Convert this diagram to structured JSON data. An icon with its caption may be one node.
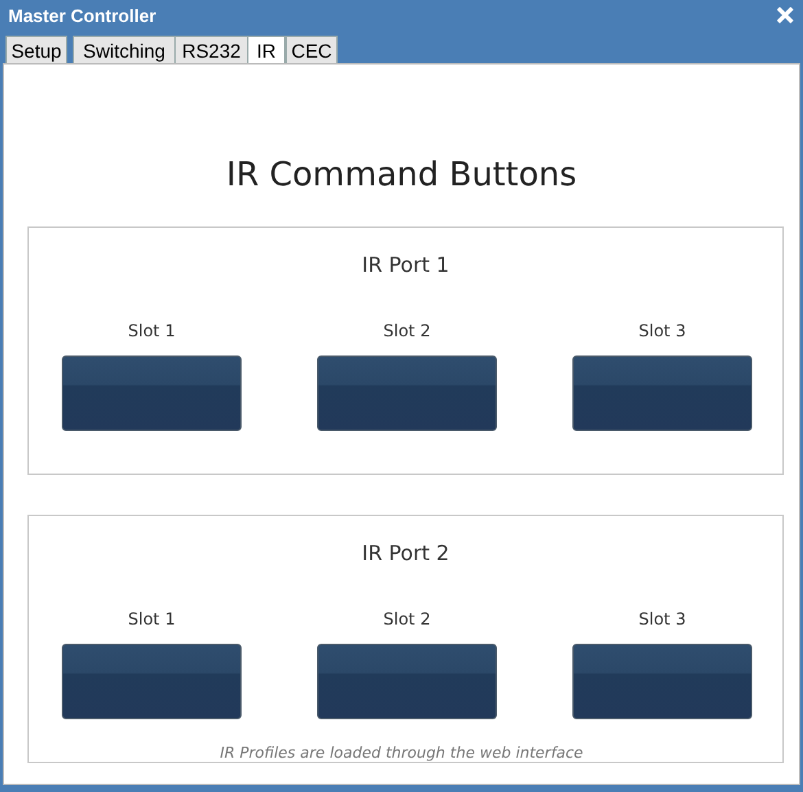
{
  "diagram": {
    "title": "IR Command Buttons",
    "nodes": [
      {
        "text": [
          "IR Port 1"
        ]
      },
      {
        "text": [],
        "shape": "box",
        "in": 0,
        "beside": [
          "Slot 1"
        ]
      },
      {
        "text": [],
        "shape": "box",
        "in": 0,
        "beside": [
          "Slot 2"
        ]
      },
      {
        "text": [],
        "shape": "box",
        "in": 0,
        "beside": [
          "Slot 3"
        ]
      },
      {
        "text": [
          "IR Port 2"
        ]
      },
      {
        "text": [],
        "shape": "box",
        "in": 4,
        "beside": [
          "Slot 1"
        ]
      },
      {
        "text": [],
        "shape": "box",
        "in": 4,
        "beside": [
          "Slot 2"
        ]
      },
      {
        "text": [],
        "shape": "box",
        "in": 4,
        "beside": [
          "Slot 3"
        ]
      }
    ],
    "edges": [],
    "labels": [
      "Master Controller",
      "Setup",
      "Switching",
      "RS232",
      "IR",
      "CEC",
      "IR Profiles are loaded through the web interface"
    ]
  }
}
